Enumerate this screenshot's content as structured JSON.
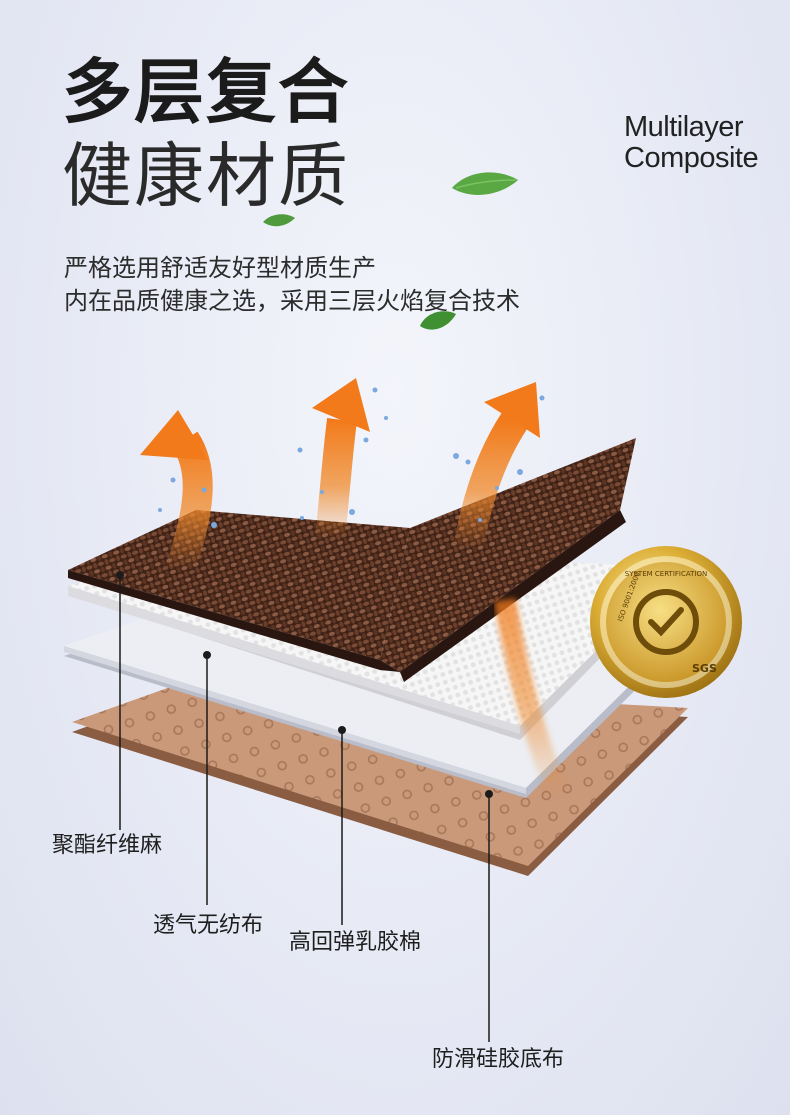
{
  "header": {
    "title_line1": "多层复合",
    "title_line2": "健康材质",
    "english_line1": "Multilayer",
    "english_line2": "Composite"
  },
  "description": {
    "line1": "严格选用舒适友好型材质生产",
    "line2": "内在品质健康之选，采用三层火焰复合技术"
  },
  "badge": {
    "ring_top": "SYSTEM CERTIFICATION",
    "ring_left": "ISO 9001:2000",
    "ring_right": "SGS"
  },
  "layers": [
    {
      "label": "聚酯纤维麻"
    },
    {
      "label": "透气无纺布"
    },
    {
      "label": "高回弹乳胶棉"
    },
    {
      "label": "防滑硅胶底布"
    }
  ],
  "colors": {
    "top_fabric": "#4a2a1c",
    "white_layer": "#f4f4f4",
    "foam_layer": "#e8e8ec",
    "bottom_fabric": "#c79a78",
    "arrow": "#f08a2c",
    "gold": "#d9a628",
    "leaf": "#4b9a3a"
  }
}
